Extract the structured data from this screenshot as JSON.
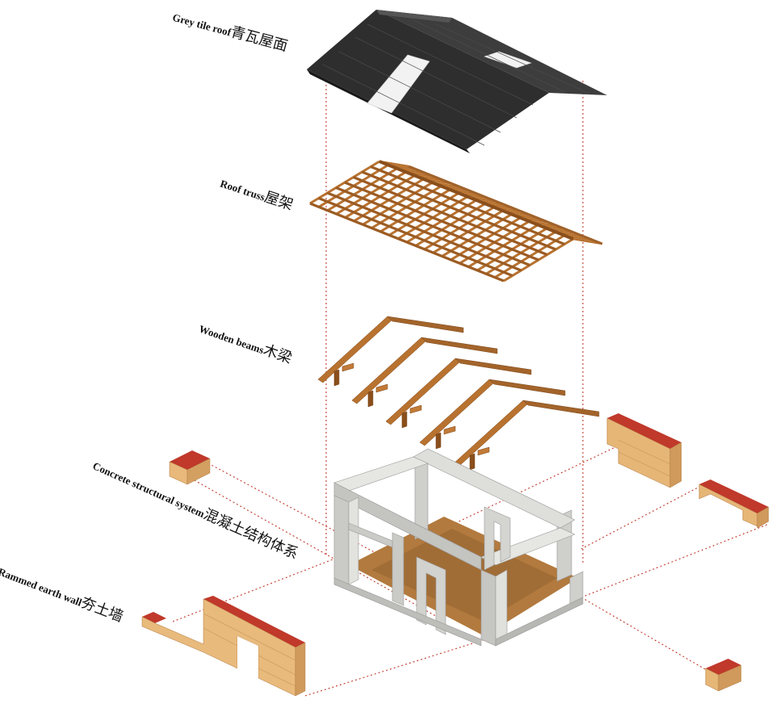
{
  "labels": {
    "roof": "Grey tile roof青瓦屋面",
    "truss": "Roof truss屋架",
    "beams": "Wooden beams木梁",
    "concrete": "Concrete structural system混凝土结构体系",
    "wall": "Rammed earth wall夯土墙"
  },
  "colors": {
    "roof_dark": "#2b2b2b",
    "roof_mid": "#3c3c3c",
    "skylight": "#f2f2f2",
    "wood": "#b8722f",
    "wood_dark": "#7a4519",
    "concrete": "#d9d9d6",
    "concrete_dark": "#a8a8a4",
    "earth": "#e5b87a",
    "earth_dark": "#c48a4c",
    "wall_top": "#c0392b",
    "guide": "#c0392b"
  }
}
